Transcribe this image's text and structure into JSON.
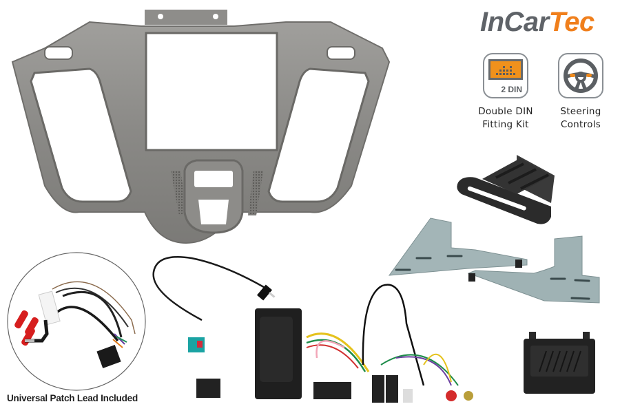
{
  "brand": {
    "logo_part1": "InCar",
    "logo_part2": "Tec",
    "colors": {
      "grey": "#5f6368",
      "orange": "#f07f1c"
    }
  },
  "features": [
    {
      "icon": "double-din-icon",
      "badge_text": "2 DIN",
      "label_line1": "Double DIN",
      "label_line2": "Fitting Kit"
    },
    {
      "icon": "steering-wheel-icon",
      "label_line1": "Steering",
      "label_line2": "Controls"
    }
  ],
  "products": [
    {
      "name": "fascia-panel",
      "color": "#8d8c8a"
    },
    {
      "name": "pocket-clip",
      "color": "#2e2e2e"
    },
    {
      "name": "mounting-brackets",
      "color": "#9fb2b4"
    },
    {
      "name": "universal-patch-lead"
    },
    {
      "name": "antenna-adapter",
      "color": "#1aa3a3"
    },
    {
      "name": "steering-control-interface"
    },
    {
      "name": "storage-pocket"
    }
  ],
  "caption": "Universal Patch Lead Included"
}
